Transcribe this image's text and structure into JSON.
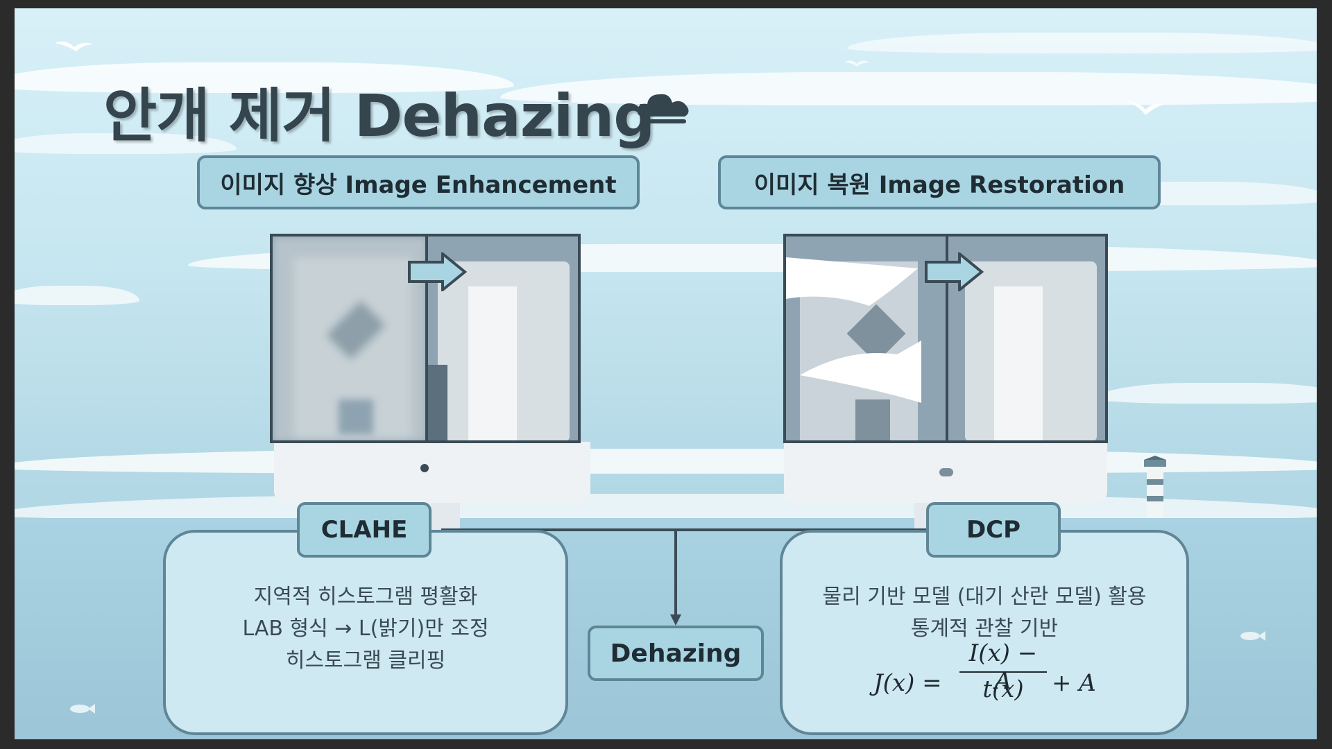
{
  "slide": {
    "title": "안개 제거 Dehazing",
    "title_icon": "cloud-icon"
  },
  "categories": {
    "enhancement": "이미지 향상 Image Enhancement",
    "restoration": "이미지 복원 Image Restoration"
  },
  "methods": {
    "clahe": {
      "label": "CLAHE",
      "lines": [
        "지역적 히스토그램 평활화",
        "LAB 형식 → L(밝기)만 조정",
        "히스토그램 클리핑"
      ]
    },
    "dcp": {
      "label": "DCP",
      "lines": [
        "물리 기반 모델 (대기 산란 모델) 활용",
        "통계적 관찰 기반"
      ],
      "formula": {
        "lhs": "J(x) =",
        "numerator": "I(x) − A",
        "denominator": "t(x)",
        "rhs": "+ A"
      }
    }
  },
  "center": {
    "label": "Dehazing"
  },
  "colors": {
    "accent_fill": "#a9d5e3",
    "accent_border": "#5f8697",
    "box_fill": "#cfe9f2",
    "title_text": "#35454e"
  }
}
